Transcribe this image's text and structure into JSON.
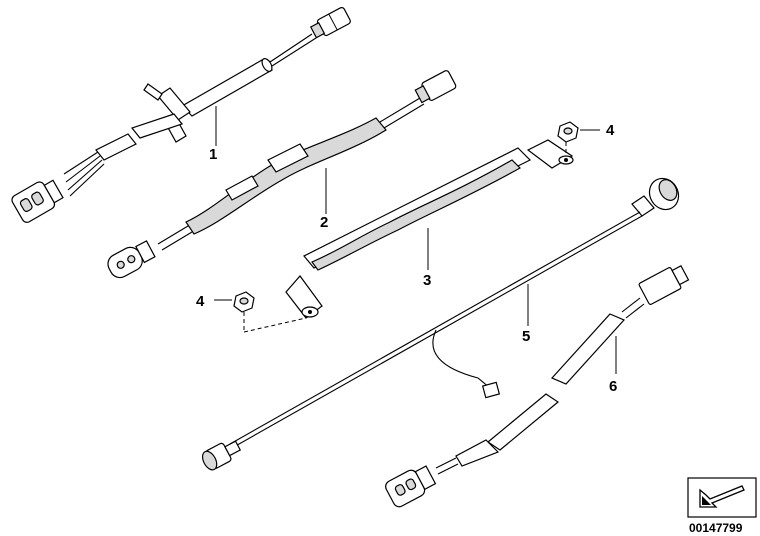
{
  "callouts": {
    "c1": "1",
    "c2": "2",
    "c3": "3",
    "c4a": "4",
    "c4b": "4",
    "c5": "5",
    "c6": "6"
  },
  "reference_number": "00147799",
  "icons": {
    "reference_badge": "arrow-icon"
  }
}
